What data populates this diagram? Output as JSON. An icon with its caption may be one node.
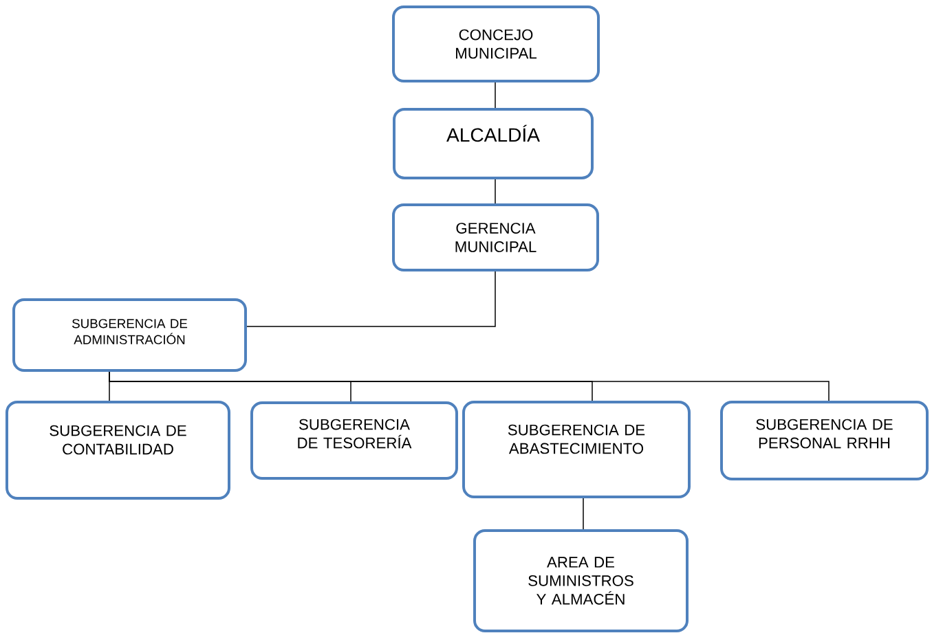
{
  "diagram": {
    "nodes": [
      {
        "text": [
          "CONCEJO MUNICIPAL"
        ]
      },
      {
        "text": [
          "ALCALDÍA"
        ]
      },
      {
        "text": [
          "GERENCIA MUNICIPAL"
        ]
      },
      {
        "text": [
          "SUBGERENCIA DE ADMINISTRACIÓN"
        ]
      },
      {
        "text": [
          "SUBGERENCIA DE CONTABILIDAD"
        ]
      },
      {
        "text": [
          "SUBGERENCIA DE TESORERÍA"
        ]
      },
      {
        "text": [
          "SUBGERENCIA DE ABASTECIMIENTO"
        ]
      },
      {
        "text": [
          "SUBGERENCIA DE PERSONAL RRHH"
        ]
      },
      {
        "text": [
          "AREA DE SUMINISTROS Y ALMACÉN"
        ]
      }
    ],
    "edges": [
      {
        "from": 0,
        "to": 1,
        "arrow": "none"
      },
      {
        "from": 1,
        "to": 2,
        "arrow": "none"
      },
      {
        "from": 2,
        "to": 3,
        "arrow": "none"
      },
      {
        "from": 3,
        "to": 4,
        "arrow": "none"
      },
      {
        "from": 3,
        "to": 5,
        "arrow": "none"
      },
      {
        "from": 3,
        "to": 6,
        "arrow": "none"
      },
      {
        "from": 3,
        "to": 7,
        "arrow": "none"
      },
      {
        "from": 6,
        "to": 8,
        "arrow": "none"
      }
    ]
  }
}
